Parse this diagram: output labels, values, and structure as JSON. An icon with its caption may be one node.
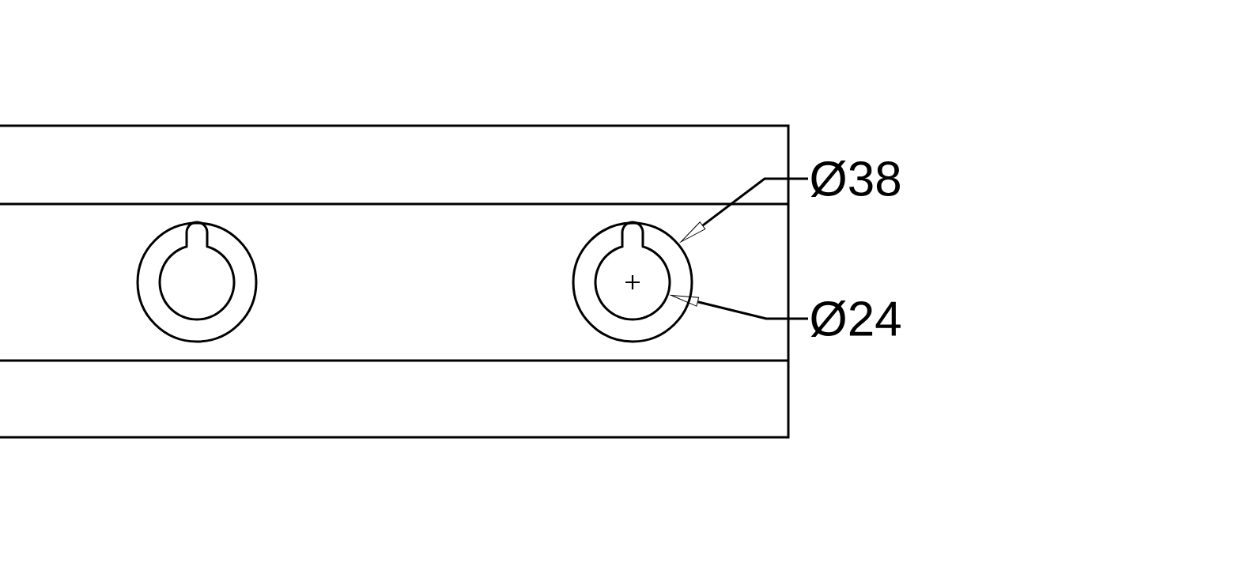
{
  "diagram": {
    "nodes": [
      {
        "text": [
          "Ø38"
        ]
      },
      {
        "text": [],
        "shape": "circle"
      },
      {
        "text": [
          "Ø24"
        ]
      },
      {
        "text": [],
        "shape": "circle",
        "in": 1
      }
    ],
    "edges": [
      {
        "from": 0,
        "to": 1,
        "arrow": "to"
      },
      {
        "from": 2,
        "to": 3,
        "arrow": "to"
      }
    ]
  }
}
